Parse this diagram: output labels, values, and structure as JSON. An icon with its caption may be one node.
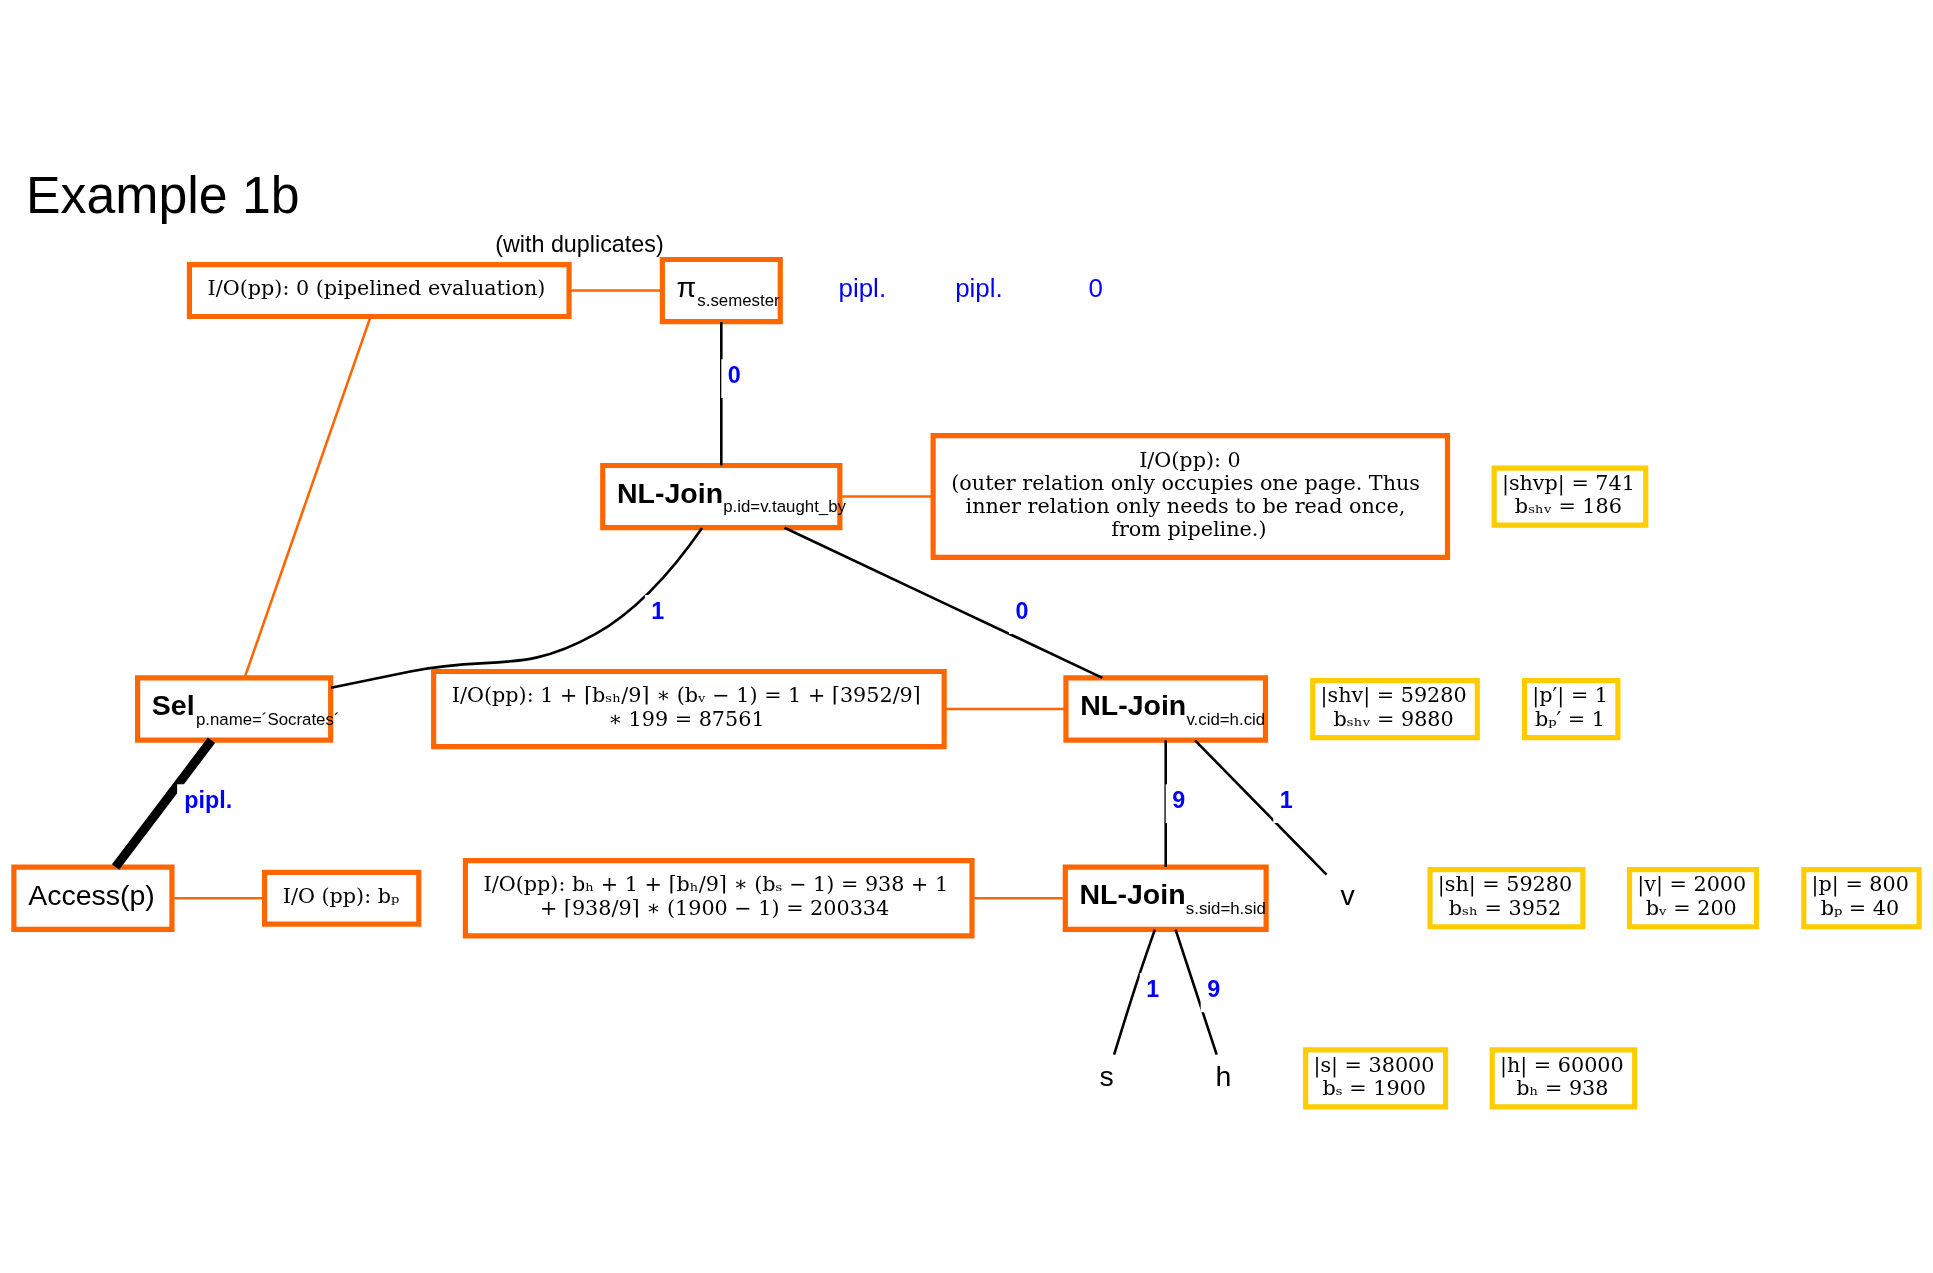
{
  "diagram": {
    "title": "Example 1b",
    "nodes": [
      {
        "text": [
          "π$_{s.semester}$"
        ],
        "beside": [
          "(with duplicates)"
        ]
      },
      {
        "text": [
          "I/O(pp): 0 (pipelined evaluation)"
        ]
      },
      {
        "text": [
          "|shvp| = 741",
          "bₛₕᵥ = 186"
        ]
      },
      {
        "text": [
          "**NL-Join**$_{p.id=v.taught_by}$"
        ]
      },
      {
        "text": [
          "I/O(pp): 0",
          "(outer relation only occupies one page. Thus inner relation only needs to be read once, from pipeline.)"
        ]
      },
      {
        "text": [
          "|shv| = 59280",
          "bₛₕᵥ = 9880"
        ]
      },
      {
        "text": [
          "**NL-Join**$_{v.cid=h.cid}$"
        ]
      },
      {
        "text": [
          "|p′| = 1",
          "bₚ′ = 1"
        ]
      },
      {
        "text": [
          "I/O(pp): 1 + ⌈bₛₕ/9⌉ ∗ (bᵥ − 1) = 1 + ⌈3952/9⌉ ∗ 199 = 87561"
        ]
      },
      {
        "text": [
          "**Sel**$_{p.name=´Socrates´}$"
        ]
      },
      {
        "text": [
          "|sh| = 59280",
          "bₛₕ = 3952"
        ]
      },
      {
        "text": [
          "**NL-Join**$_{s.sid=h.sid}$"
        ]
      },
      {
        "text": [
          "Access(p)"
        ]
      },
      {
        "text": [
          "v"
        ]
      },
      {
        "text": [
          "|v| = 2000",
          "bᵥ = 200"
        ]
      },
      {
        "text": [
          "|p| = 800",
          "bₚ = 40"
        ]
      },
      {
        "text": [
          "s"
        ]
      },
      {
        "text": [
          "h"
        ]
      },
      {
        "text": [
          "I/O(pp): bₕ + 1 + ⌈bₕ/9⌉ ∗ (bₛ − 1) = 938 + 1 + ⌈938/9⌉ ∗ (1900 − 1) = 200334"
        ]
      },
      {
        "text": [
          "|s| = 38000",
          "bₛ = 1900"
        ]
      },
      {
        "text": [
          "|h| = 60000",
          "bₕ = 938"
        ]
      },
      {
        "text": [
          "I/O (pp): bₚ"
        ]
      }
    ],
    "edges": [
      {
        "from": 1,
        "to": 0,
        "arrow": "none",
        "color": "#ff6600"
      },
      {
        "from": 1,
        "to": 9,
        "arrow": "none",
        "color": "#ff6600"
      },
      {
        "from": 4,
        "to": 3,
        "arrow": "none",
        "color": "#ff6600"
      },
      {
        "from": 8,
        "to": 6,
        "arrow": "none",
        "color": "#ff6600"
      },
      {
        "from": 18,
        "to": 11,
        "arrow": "none",
        "color": "#ff6600"
      },
      {
        "from": 21,
        "to": 12,
        "arrow": "none",
        "color": "#ff6600"
      },
      {
        "from": 0,
        "to": 3,
        "arrow": "none",
        "label": "0"
      },
      {
        "from": 3,
        "to": 6,
        "arrow": "none",
        "label": "0"
      },
      {
        "from": 3,
        "to": 9,
        "arrow": "none",
        "label": "1"
      },
      {
        "from": 6,
        "to": 11,
        "arrow": "none",
        "label": "9"
      },
      {
        "from": 6,
        "to": 13,
        "arrow": "none",
        "label": "1"
      },
      {
        "from": 9,
        "to": 12,
        "arrow": "none",
        "label": "pipl.",
        "style": "thick"
      },
      {
        "from": 11,
        "to": 16,
        "arrow": "none",
        "label": "1"
      },
      {
        "from": 11,
        "to": 17,
        "arrow": "none",
        "label": "9"
      }
    ],
    "labels": [
      "pipl.",
      "pipl.",
      "0"
    ]
  }
}
